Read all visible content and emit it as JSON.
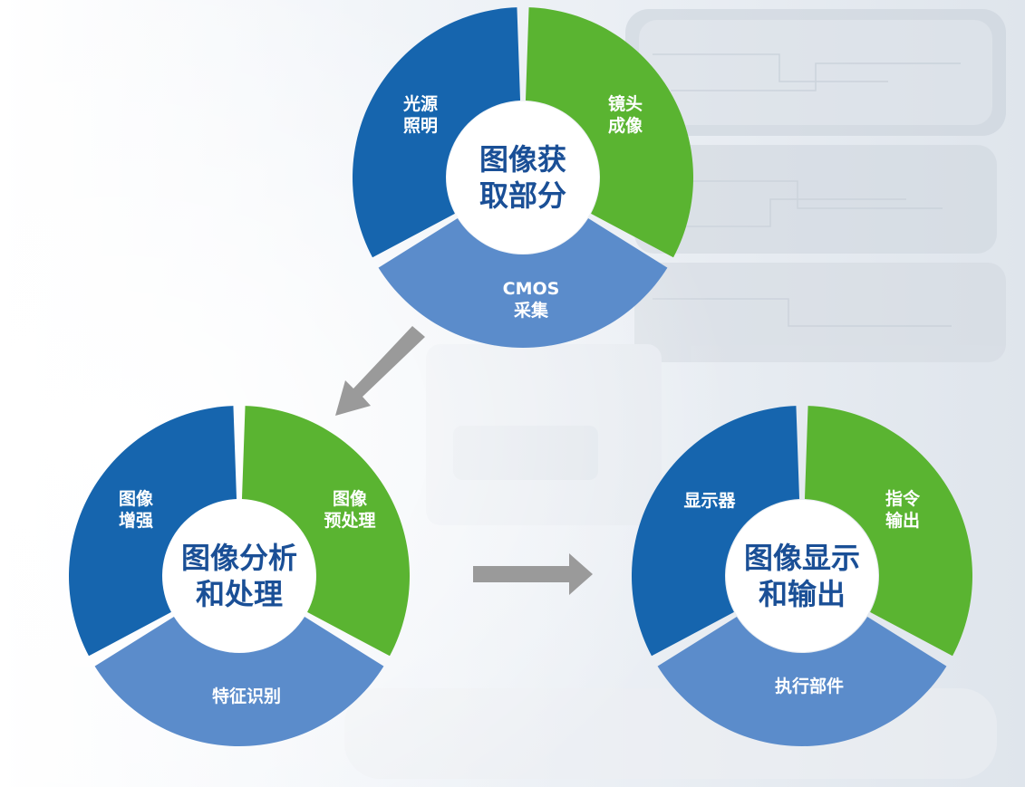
{
  "cycles": [
    {
      "id": "acquisition",
      "center": [
        "图像获",
        "取部分"
      ],
      "segments": [
        {
          "lines": [
            "光源",
            "照明"
          ],
          "color": "#1665ae"
        },
        {
          "lines": [
            "镜头",
            "成像"
          ],
          "color": "#5ab431"
        },
        {
          "lines": [
            "CMOS",
            "采集"
          ],
          "color": "#5b8ccb"
        }
      ]
    },
    {
      "id": "analysis",
      "center": [
        "图像分析",
        "和处理"
      ],
      "segments": [
        {
          "lines": [
            "图像",
            "增强"
          ],
          "color": "#1665ae"
        },
        {
          "lines": [
            "图像",
            "预处理"
          ],
          "color": "#5ab431"
        },
        {
          "lines": [
            "特征识别"
          ],
          "color": "#5b8ccb"
        }
      ]
    },
    {
      "id": "output",
      "center": [
        "图像显示",
        "和输出"
      ],
      "segments": [
        {
          "lines": [
            "显示器"
          ],
          "color": "#1665ae"
        },
        {
          "lines": [
            "指令",
            "输出"
          ],
          "color": "#5ab431"
        },
        {
          "lines": [
            "执行部件"
          ],
          "color": "#5b8ccb"
        }
      ]
    }
  ],
  "arrow_color": "#9a9a9a"
}
